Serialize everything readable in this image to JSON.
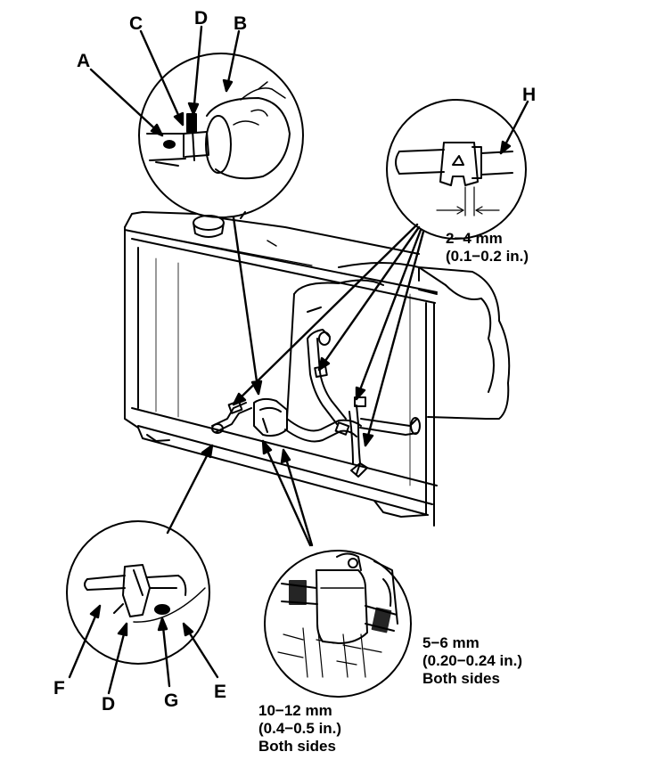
{
  "callouts": {
    "A": "A",
    "B": "B",
    "C": "C",
    "D_top": "D",
    "D_bottom": "D",
    "E": "E",
    "F": "F",
    "G": "G",
    "H": "H"
  },
  "specs": {
    "clamp_gap": {
      "metric": "2−4 mm",
      "imperial": "(0.1−0.2 in.)"
    },
    "hose_gap": {
      "metric": "5−6 mm",
      "imperial": "(0.20−0.24 in.)",
      "note": "Both sides"
    },
    "clamp_offset": {
      "metric": "10−12 mm",
      "imperial": "(0.4−0.5 in.)",
      "note": "Both sides"
    }
  }
}
